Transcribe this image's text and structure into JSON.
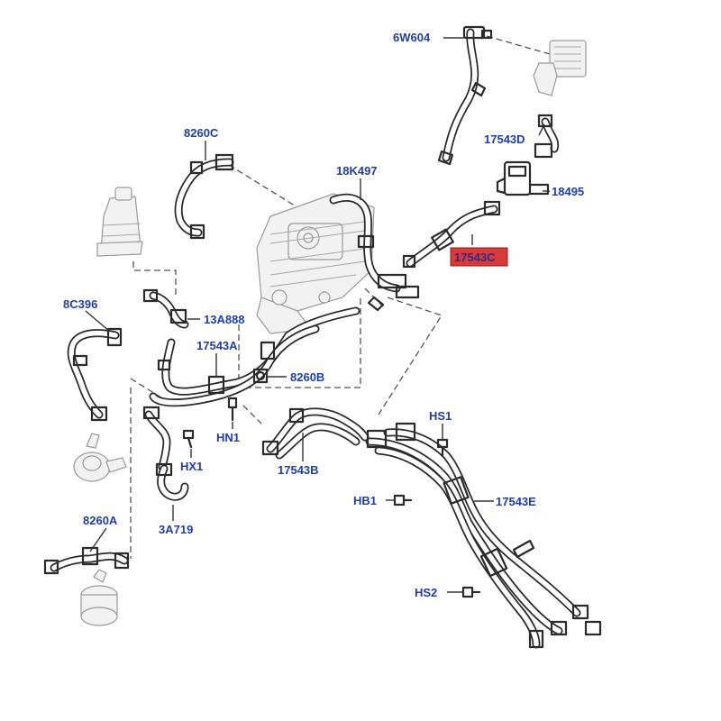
{
  "labels": {
    "p6W604": "6W604",
    "p8260C": "8260C",
    "p18K497": "18K497",
    "p17543D": "17543D",
    "p18495": "18495",
    "p17543C": "17543C",
    "p8C396": "8C396",
    "p13A888": "13A888",
    "p17543A": "17543A",
    "p8260B": "8260B",
    "pHN1": "HN1",
    "pHX1": "HX1",
    "p17543B": "17543B",
    "pHS1": "HS1",
    "pHB1": "HB1",
    "p17543E": "17543E",
    "p8260A": "8260A",
    "p3A719": "3A719",
    "pHS2": "HS2"
  },
  "highlight_color": "#d83a3a",
  "label_color": "#1f3ea8"
}
